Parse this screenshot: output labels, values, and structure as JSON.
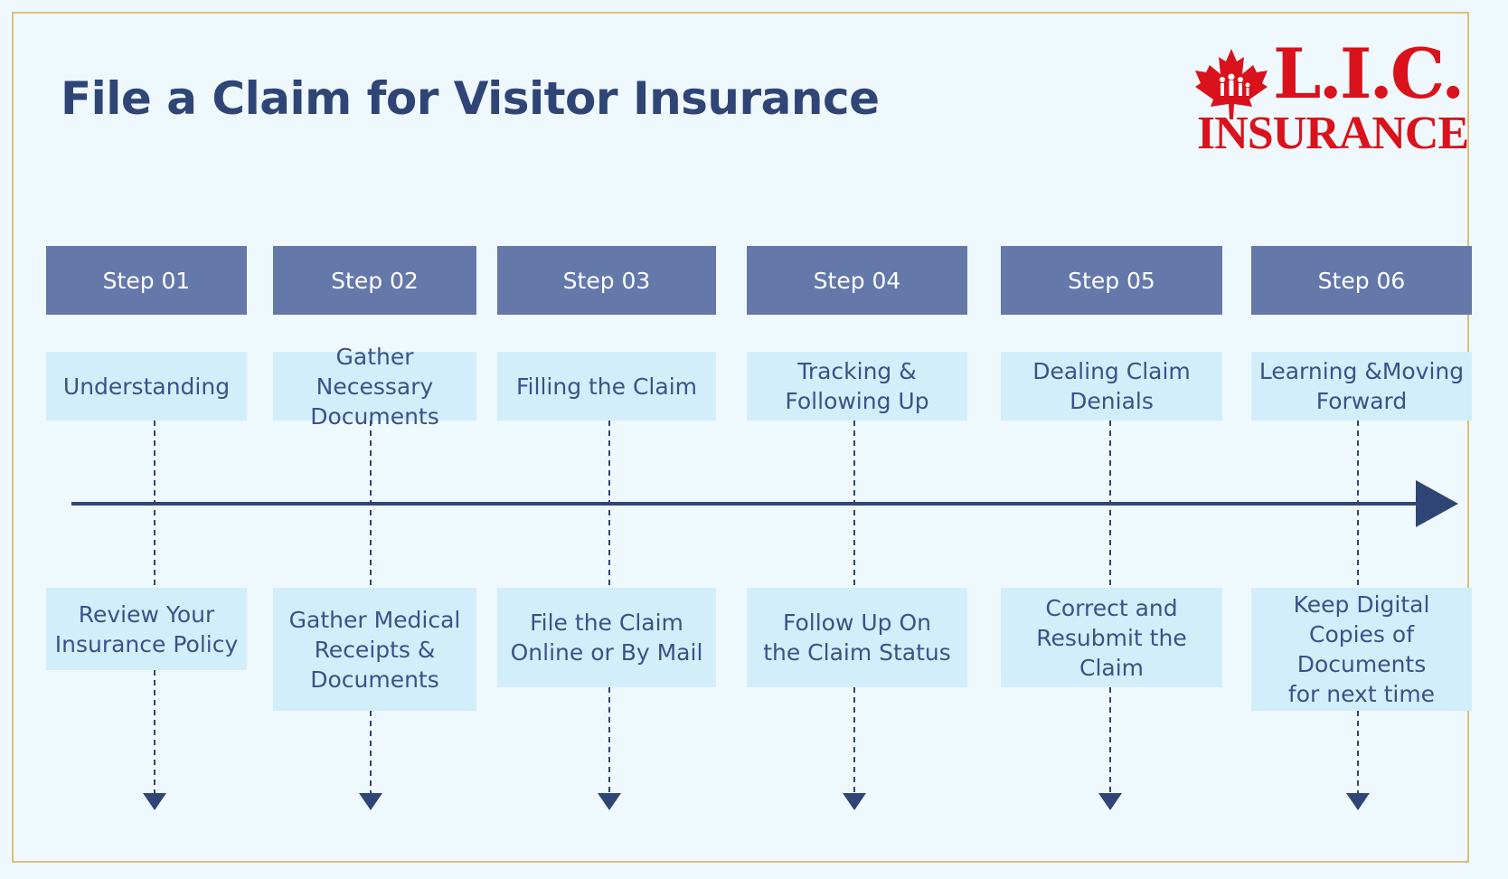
{
  "title": "File a Claim for Visitor Insurance",
  "logo": {
    "line1": "L.I.C.",
    "line2": "INSURANCE",
    "color": "#d9121b"
  },
  "colors": {
    "title": "#2f4576",
    "step_header": "#6478aa",
    "box": "#d3eefb",
    "box_text": "#3c5187",
    "timeline": "#2f4576",
    "border": "#d9c07a"
  },
  "steps": [
    {
      "step": "Step 01",
      "label": [
        "Understanding"
      ],
      "detail": [
        "Review Your",
        "Insurance Policy"
      ]
    },
    {
      "step": "Step 02",
      "label": [
        "Gather Necessary",
        "Documents"
      ],
      "detail": [
        "Gather Medical",
        "Receipts &",
        "Documents"
      ]
    },
    {
      "step": "Step 03",
      "label": [
        "Filling the Claim"
      ],
      "detail": [
        "File the Claim",
        "Online or By Mail"
      ]
    },
    {
      "step": "Step 04",
      "label": [
        "Tracking &",
        "Following Up"
      ],
      "detail": [
        "Follow Up On",
        "the Claim Status"
      ]
    },
    {
      "step": "Step 05",
      "label": [
        "Dealing Claim",
        "Denials"
      ],
      "detail": [
        "Correct and",
        "Resubmit the Claim"
      ]
    },
    {
      "step": "Step 06",
      "label": [
        "Learning &Moving",
        "Forward"
      ],
      "detail": [
        "Keep Digital",
        "Copies of Documents",
        "for next time"
      ]
    }
  ]
}
